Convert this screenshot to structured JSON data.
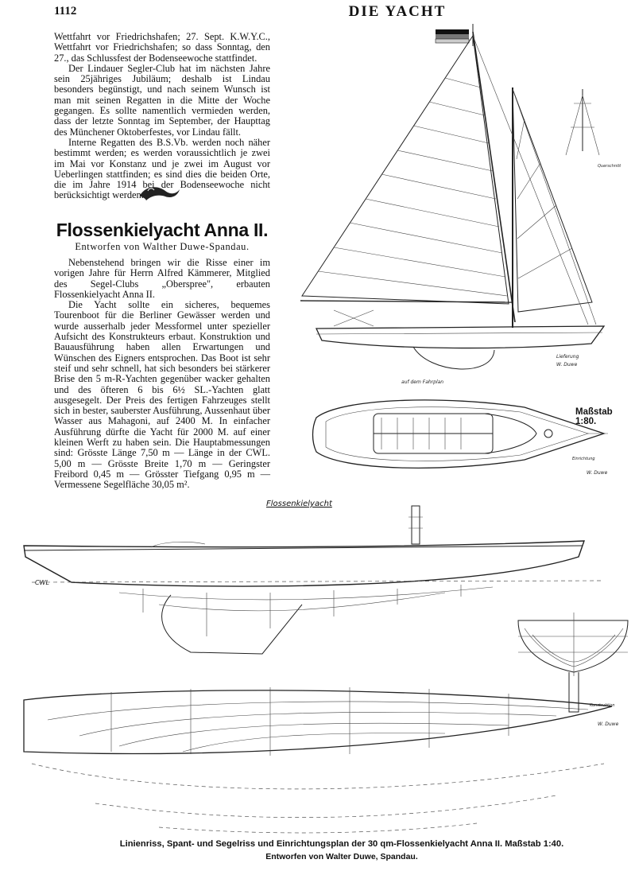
{
  "header": {
    "page_number": "1112",
    "running_head": "DIE YACHT"
  },
  "intro_paragraphs": [
    "Wettfahrt vor Friedrichshafen; 27. Sept. K.W.Y.C., Wettfahrt vor Friedrichshafen; so dass Sonntag, den 27., das Schlussfest der Bodenseewoche stattfindet.",
    "Der Lindauer Segler-Club hat im nächsten Jahre sein 25jähriges Jubiläum; deshalb ist Lindau besonders begünstigt, und nach seinem Wunsch ist man mit seinen Regatten in die Mitte der Woche gegangen. Es sollte namentlich vermieden werden, dass der letzte Sonntag im September, der Haupttag des Münchener Oktoberfestes, vor Lindau fällt.",
    "Interne Regatten des B.S.Vb. werden noch näher bestimmt werden; es werden voraussichtlich je zwei im Mai vor Konstanz und je zwei im August vor Ueberlingen stattfinden; es sind dies die beiden Orte, die im Jahre 1914 bei der Bodenseewoche nicht berücksichtigt werden."
  ],
  "article": {
    "title": "Flossenkielyacht Anna II.",
    "byline": "Entworfen von Walther Duwe-Spandau.",
    "paragraphs": [
      "Nebenstehend bringen wir die Risse einer im vorigen Jahre für Herrn Alfred Kämmerer, Mitglied des Segel-Clubs „Oberspree\", erbauten Flossenkielyacht Anna II.",
      "Die Yacht sollte ein sicheres, bequemes Tourenboot für die Berliner Gewässer werden und wurde ausserhalb jeder Messformel unter spezieller Aufsicht des Konstrukteurs erbaut. Konstruktion und Bauausführung haben allen Erwartungen und Wünschen des Eigners entsprochen. Das Boot ist sehr steif und sehr schnell, hat sich besonders bei stärkerer Brise den 5 m-R-Yachten gegenüber wacker gehalten und des öfteren 6 bis 6½ SL.-Yachten glatt ausgesegelt. Der Preis des fertigen Fahrzeuges stellt sich in bester, sauberster Ausführung, Aussenhaut über Wasser aus Mahagoni, auf 2400 M. In einfacher Ausführung dürfte die Yacht für 2000 M. auf einer kleinen Werft zu haben sein. Die Hauptabmessungen sind: Grösste Länge 7,50 m — Länge in der CWL. 5,00 m — Grösste Breite 1,70 m — Geringster Freibord 0,45 m — Grösster Tiefgang 0,95 m — Vermessene Segelfläche 30,05 m²."
    ]
  },
  "figures": {
    "deck_plan_scale": "Maßstab 1:80.",
    "lines_title": "Flossenkielyacht",
    "waterline_label": "CWL",
    "caption_line1": "Linienriss, Spant- und Segelriss und Einrichtungsplan der 30 qm-Flossenkielyacht Anna II. Maßstab 1:40.",
    "caption_line2": "Entworfen von Walter Duwe, Spandau."
  }
}
